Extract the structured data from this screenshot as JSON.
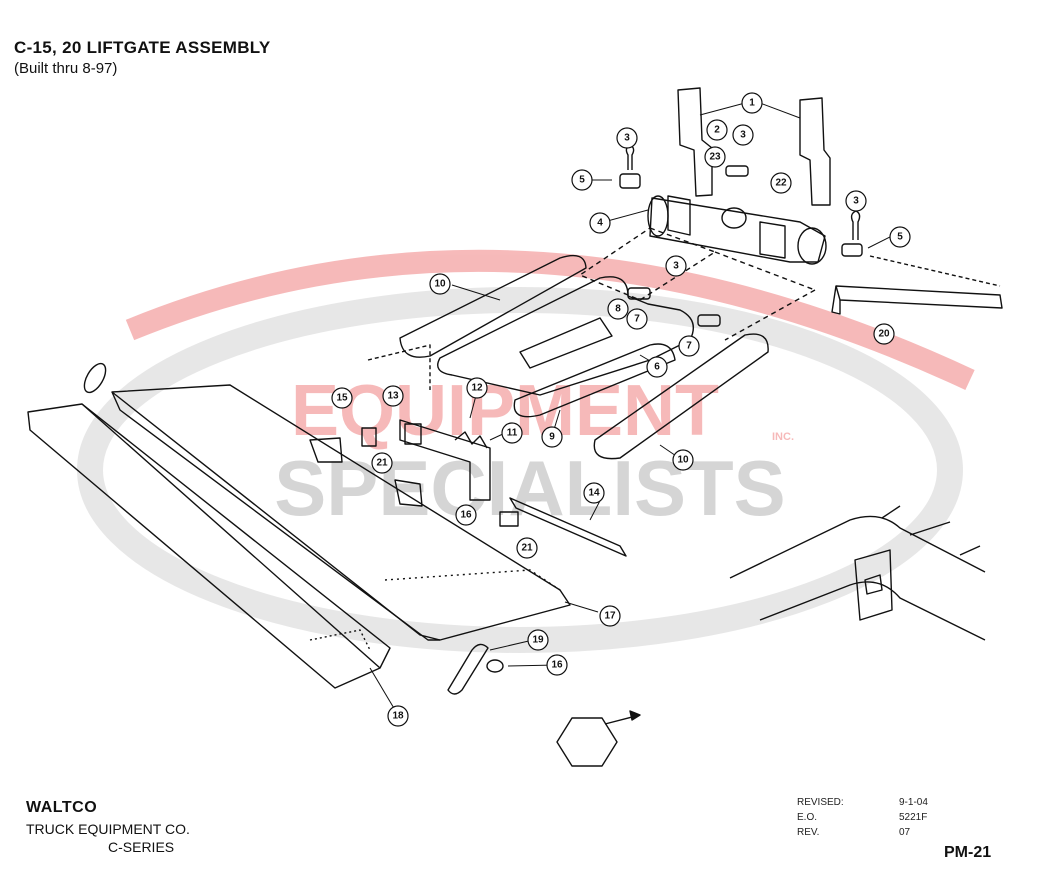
{
  "header": {
    "title": "C-15, 20 LIFTGATE ASSEMBLY",
    "subtitle": "(Built thru 8-97)"
  },
  "watermark": {
    "line1": "EQUIPMENT",
    "line2": "SPECIALISTS",
    "inc": "INC.",
    "color_red": "#e8393a",
    "color_gray": "#9a9a9a"
  },
  "callouts": [
    {
      "label": "1"
    },
    {
      "label": "2"
    },
    {
      "label": "3"
    },
    {
      "label": "23"
    },
    {
      "label": "22"
    },
    {
      "label": "3"
    },
    {
      "label": "5"
    },
    {
      "label": "4"
    },
    {
      "label": "3"
    },
    {
      "label": "5"
    },
    {
      "label": "20"
    },
    {
      "label": "10"
    },
    {
      "label": "3"
    },
    {
      "label": "8"
    },
    {
      "label": "7"
    },
    {
      "label": "7"
    },
    {
      "label": "6"
    },
    {
      "label": "12"
    },
    {
      "label": "15"
    },
    {
      "label": "13"
    },
    {
      "label": "11"
    },
    {
      "label": "9"
    },
    {
      "label": "10"
    },
    {
      "label": "21"
    },
    {
      "label": "14"
    },
    {
      "label": "16"
    },
    {
      "label": "21"
    },
    {
      "label": "17"
    },
    {
      "label": "19"
    },
    {
      "label": "16"
    },
    {
      "label": "18"
    }
  ],
  "footer": {
    "company": "WALTCO",
    "company_sub": "TRUCK EQUIPMENT CO.",
    "series": "C-SERIES",
    "revised_label": "REVISED:",
    "revised_value": "9-1-04",
    "eo_label": "E.O.",
    "eo_value": "5221F",
    "rev_label": "REV.",
    "rev_value": "07",
    "page": "PM-21"
  }
}
